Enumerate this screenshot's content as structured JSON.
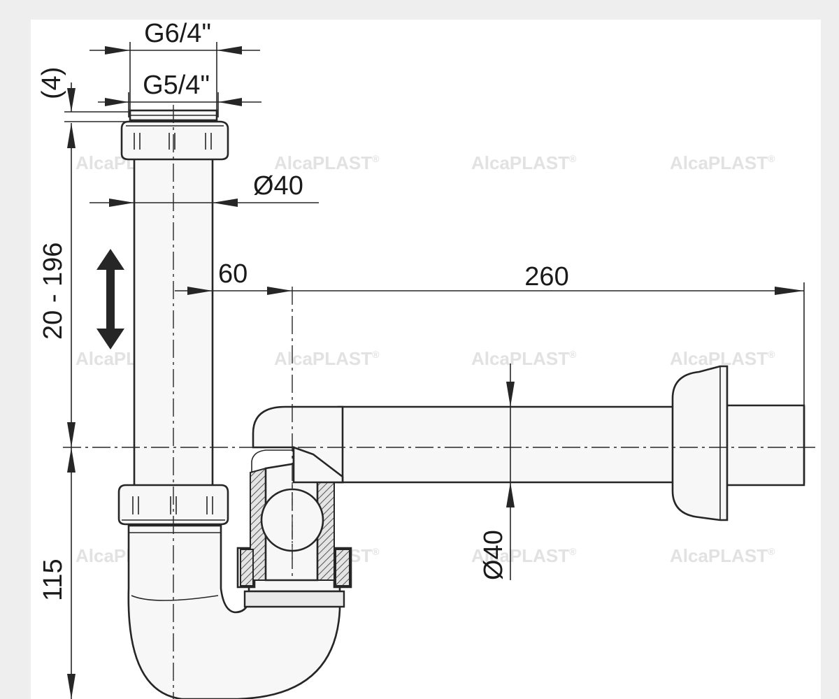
{
  "dimensions": {
    "top_thread": "G6/4\"",
    "inner_thread": "G5/4\"",
    "vertical_diameter": "Ø40",
    "horizontal_diameter": "Ø40",
    "horizontal_offset": "60",
    "arm_length": "260",
    "gap_height": "(4)",
    "adjust_range": "20 - 196",
    "lower_height": "115"
  },
  "watermark": {
    "brand": "AlcaPLAST",
    "mark": "®"
  },
  "icons": {
    "adjust_arrow": "double-arrow-vertical-icon"
  },
  "colors": {
    "line": "#262626",
    "background": "#ffffff",
    "watermark": "#e2e2e2"
  }
}
